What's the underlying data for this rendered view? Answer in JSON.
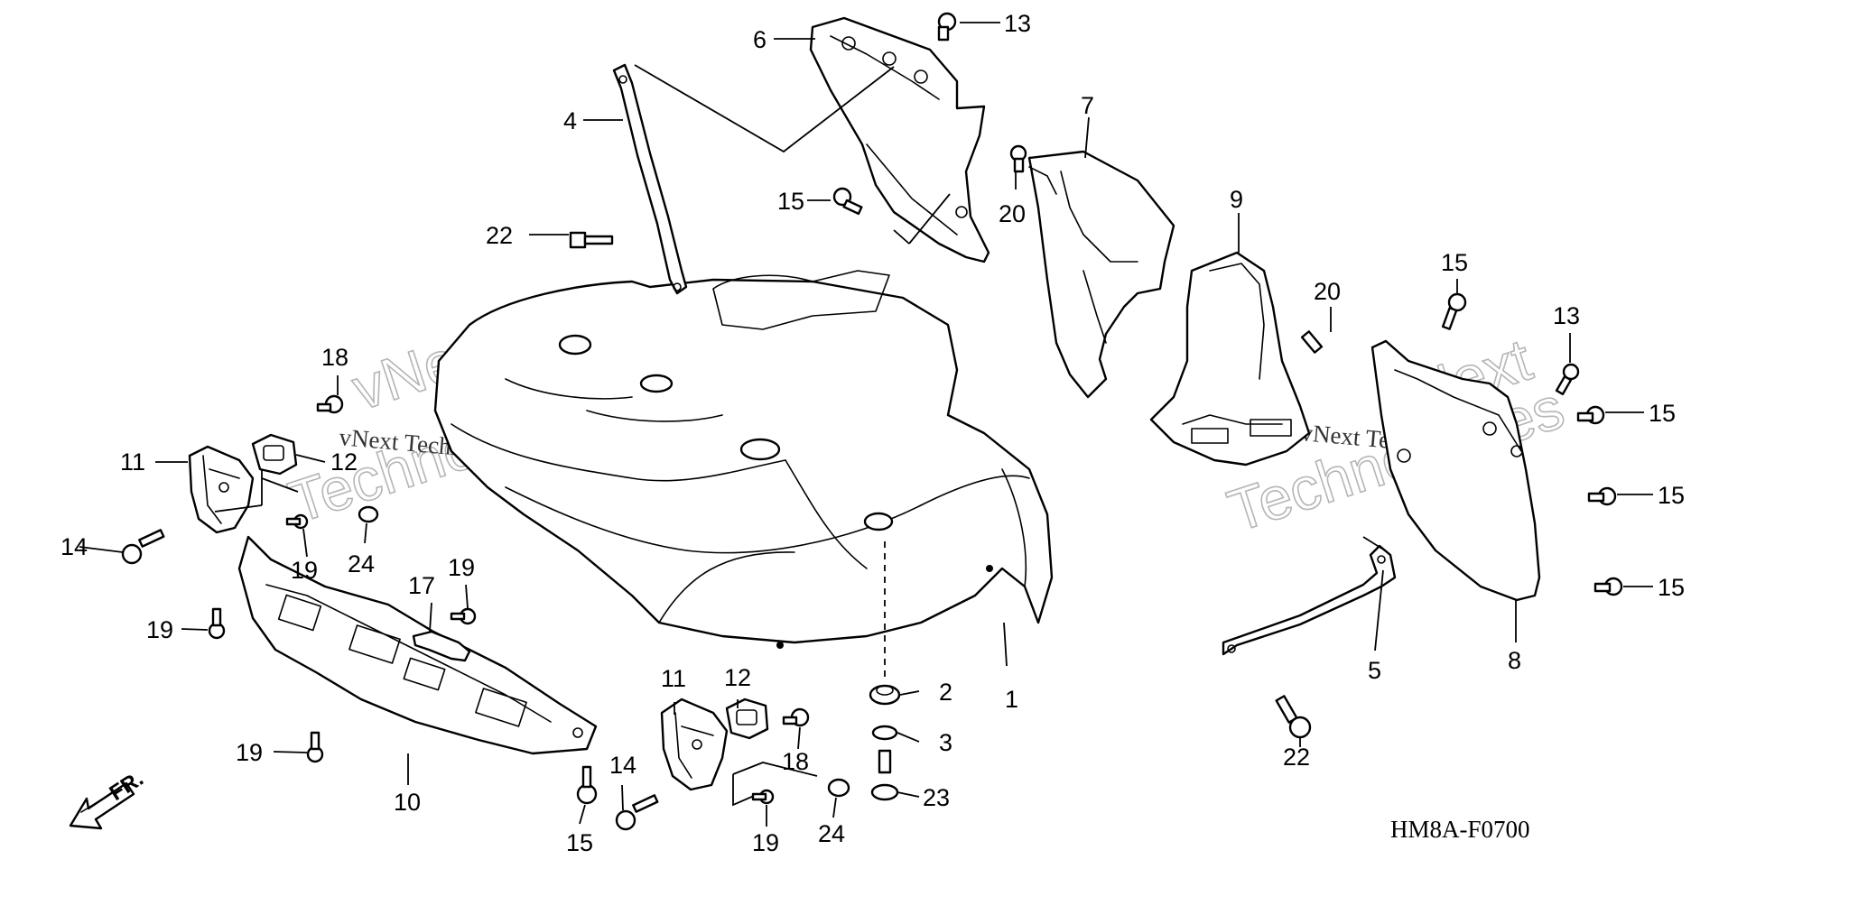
{
  "diagram": {
    "code": "HM8A-F0700",
    "direction_label": "FR.",
    "watermark": {
      "brand": "vNext",
      "word": "Technologies",
      "caption": "vNext Technologies"
    },
    "callouts": {
      "c1": "1",
      "c2": "2",
      "c3": "3",
      "c4": "4",
      "c5": "5",
      "c6": "6",
      "c7": "7",
      "c8": "8",
      "c9": "9",
      "c10": "10",
      "c11a": "11",
      "c11b": "11",
      "c12a": "12",
      "c12b": "12",
      "c13a": "13",
      "c13b": "13",
      "c14a": "14",
      "c14b": "14",
      "c15a": "15",
      "c15b": "15",
      "c15c": "15",
      "c15d": "15",
      "c15e": "15",
      "c15f": "15",
      "c17": "17",
      "c18a": "18",
      "c18b": "18",
      "c19a": "19",
      "c19b": "19",
      "c19c": "19",
      "c19d": "19",
      "c19e": "19",
      "c20a": "20",
      "c20b": "20",
      "c22a": "22",
      "c22b": "22",
      "c23": "23",
      "c24a": "24",
      "c24b": "24"
    }
  }
}
